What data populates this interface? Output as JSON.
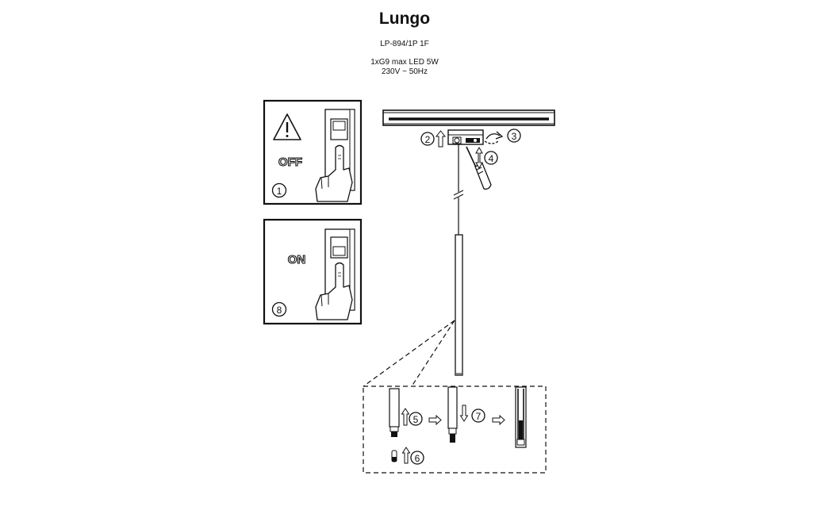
{
  "header": {
    "title": "Lungo",
    "model": "LP-894/1P 1F",
    "spec_line1": "1xG9  max LED 5W",
    "spec_line2": "230V ~ 50Hz"
  },
  "panel_off": {
    "label": "OFF",
    "step": "1"
  },
  "panel_on": {
    "label": "ON",
    "step": "8"
  },
  "steps": {
    "s2": "2",
    "s3": "3",
    "s4": "4",
    "s5": "5",
    "s6": "6",
    "s7": "7"
  },
  "icons": [
    "warning-icon",
    "wall-switch-icon",
    "hand-pointer-icon",
    "screwdriver-icon",
    "arrow-up-icon",
    "arrow-down-icon",
    "arrow-right-icon",
    "rotate-arrow-icon"
  ]
}
